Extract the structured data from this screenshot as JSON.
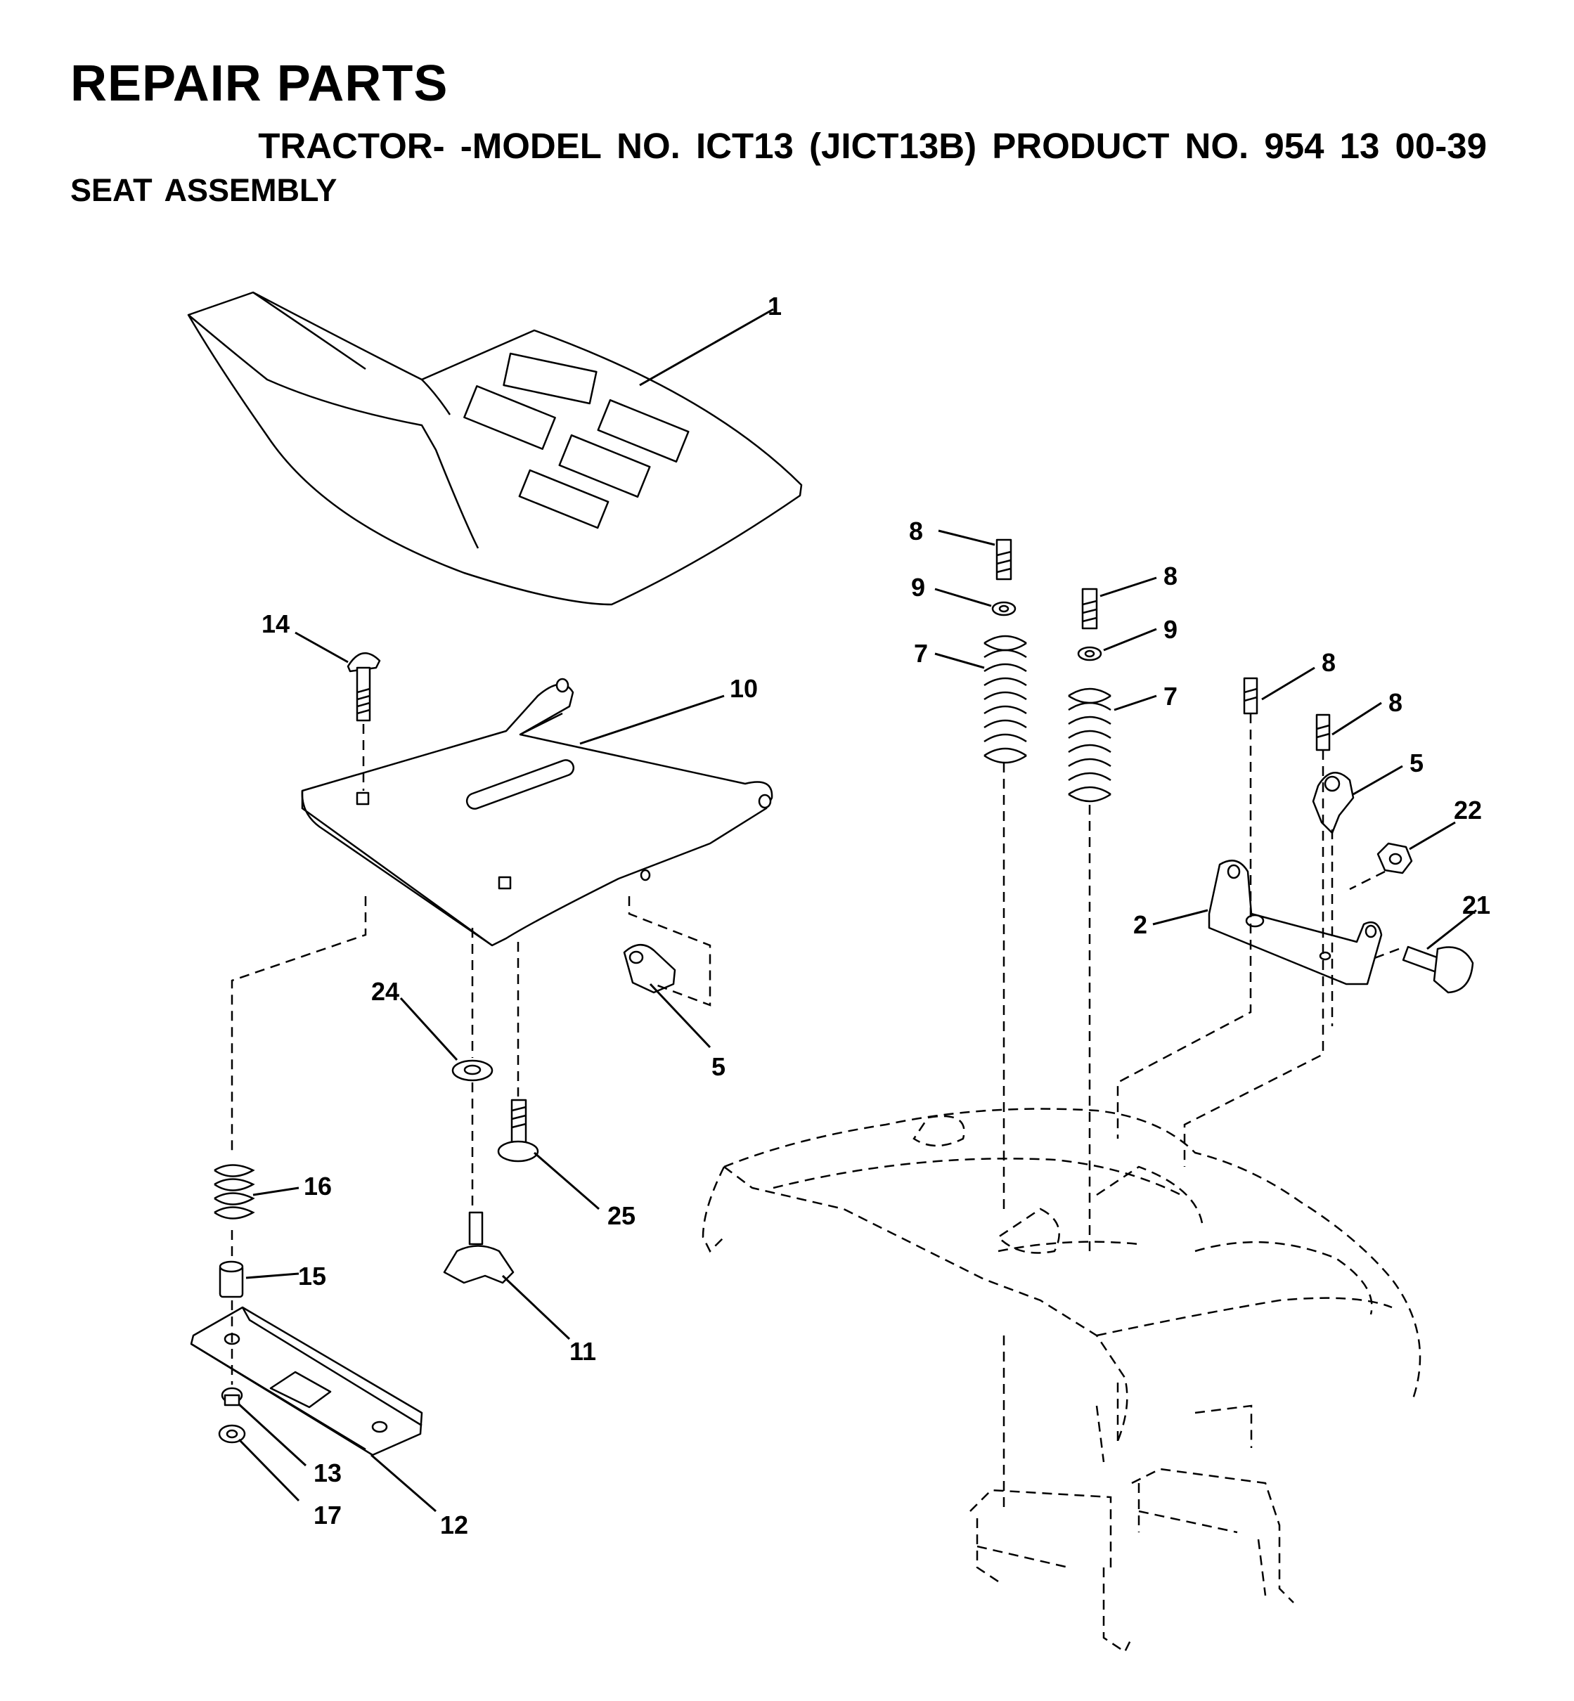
{
  "header": {
    "title": "REPAIR PARTS",
    "subtitle": "TRACTOR- -MODEL NO. ICT13 (JICT13B) PRODUCT NO. 954 13 00-39",
    "section": "SEAT ASSEMBLY"
  },
  "callouts": {
    "c1": "1",
    "c2": "2",
    "c5a": "5",
    "c5b": "5",
    "c7a": "7",
    "c7b": "7",
    "c8a": "8",
    "c8b": "8",
    "c8c": "8",
    "c8d": "8",
    "c9a": "9",
    "c9b": "9",
    "c10": "10",
    "c11": "11",
    "c12": "12",
    "c13": "13",
    "c14": "14",
    "c15": "15",
    "c16": "16",
    "c17": "17",
    "c21": "21",
    "c22": "22",
    "c24": "24",
    "c25": "25"
  }
}
